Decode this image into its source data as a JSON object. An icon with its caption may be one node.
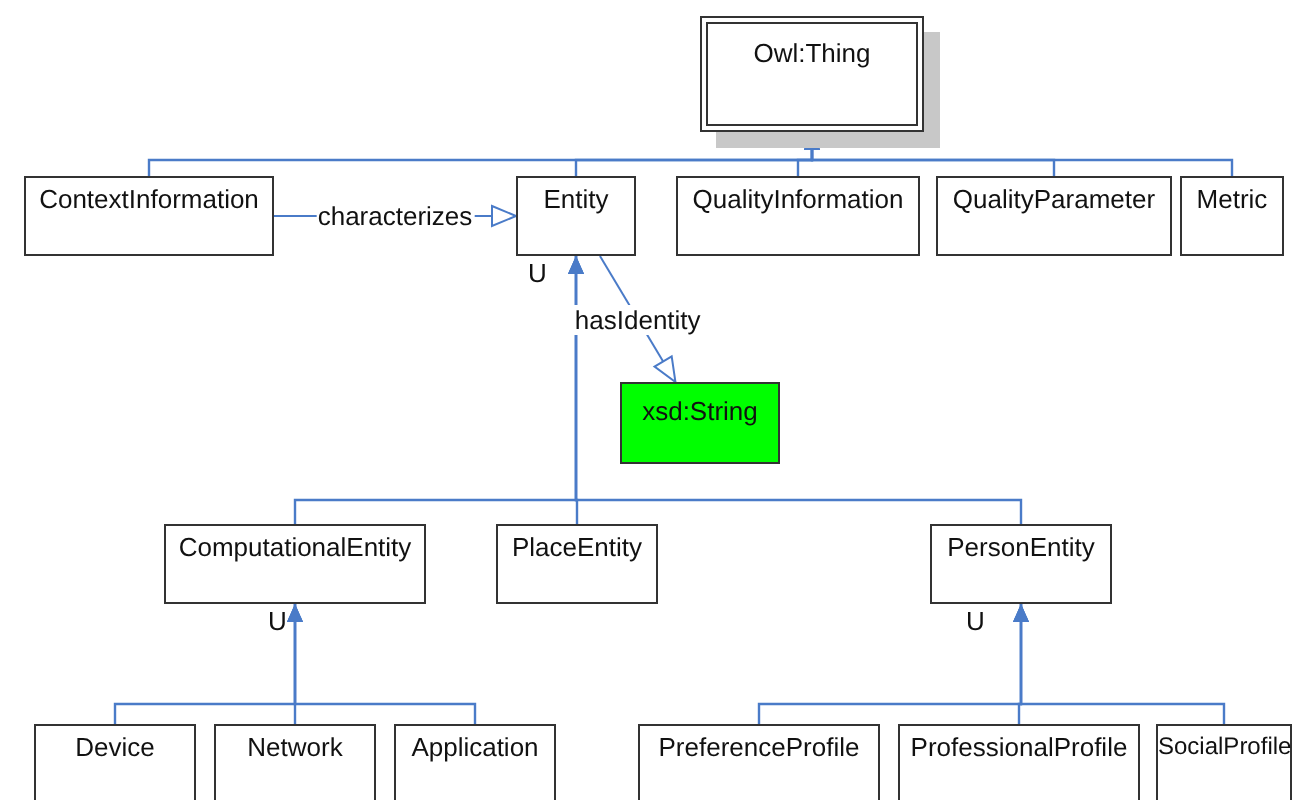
{
  "diagram": {
    "nodes": [
      {
        "text": [
          "Owl:Thing"
        ]
      },
      {
        "text": [
          "ContextInformation"
        ]
      },
      {
        "text": [
          "Entity"
        ]
      },
      {
        "text": [
          "QualityInformation"
        ]
      },
      {
        "text": [
          "QualityParameter"
        ]
      },
      {
        "text": [
          "Metric"
        ]
      },
      {
        "text": [
          "xsd:String"
        ]
      },
      {
        "text": [
          "ComputationalEntity"
        ]
      },
      {
        "text": [
          "PlaceEntity"
        ]
      },
      {
        "text": [
          "PersonEntity"
        ]
      },
      {
        "text": [
          "Device"
        ]
      },
      {
        "text": [
          "Network"
        ]
      },
      {
        "text": [
          "Application"
        ]
      },
      {
        "text": [
          "PreferenceProfile"
        ]
      },
      {
        "text": [
          "ProfessionalProfile"
        ]
      },
      {
        "text": [
          "SocialProfile"
        ]
      }
    ],
    "edges": [
      {
        "from": 1,
        "to": 0,
        "arrow": "to"
      },
      {
        "from": 2,
        "to": 0,
        "arrow": "to"
      },
      {
        "from": 3,
        "to": 0,
        "arrow": "to"
      },
      {
        "from": 4,
        "to": 0,
        "arrow": "to"
      },
      {
        "from": 5,
        "to": 0,
        "arrow": "to"
      },
      {
        "from": 1,
        "to": 2,
        "arrow": "to",
        "label": "characterizes"
      },
      {
        "from": 2,
        "to": 6,
        "arrow": "to",
        "label": "hasIdentity"
      },
      {
        "from": 7,
        "to": 2,
        "arrow": "to"
      },
      {
        "from": 8,
        "to": 2,
        "arrow": "to"
      },
      {
        "from": 9,
        "to": 2,
        "arrow": "to"
      },
      {
        "from": 10,
        "to": 7,
        "arrow": "to"
      },
      {
        "from": 11,
        "to": 7,
        "arrow": "to"
      },
      {
        "from": 12,
        "to": 7,
        "arrow": "to"
      },
      {
        "from": 13,
        "to": 9,
        "arrow": "to"
      },
      {
        "from": 14,
        "to": 9,
        "arrow": "to"
      },
      {
        "from": 15,
        "to": 9,
        "arrow": "to"
      }
    ],
    "labels": [
      "U",
      "U",
      "U"
    ]
  }
}
